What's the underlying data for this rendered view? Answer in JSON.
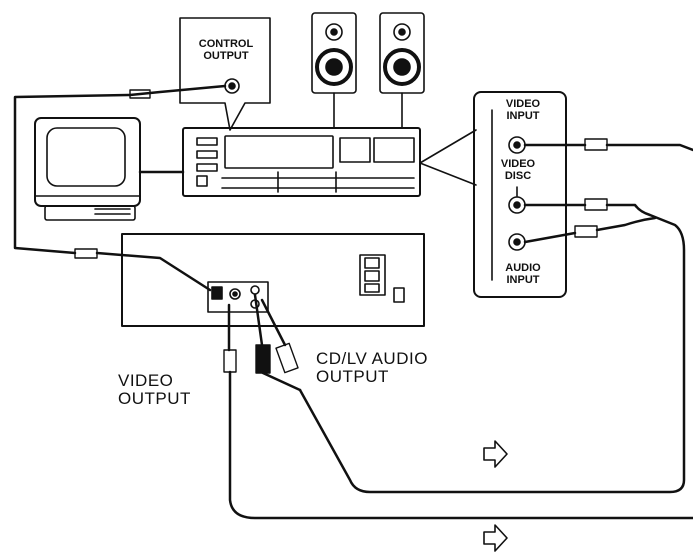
{
  "labels": {
    "control_output": [
      "CONTROL",
      "OUTPUT"
    ],
    "video_input": [
      "VIDEO",
      "INPUT"
    ],
    "video_disc": [
      "VIDEO",
      "DISC"
    ],
    "audio_input": [
      "AUDIO",
      "INPUT"
    ],
    "video_output": [
      "VIDEO",
      "OUTPUT"
    ],
    "cdlv_audio_output": [
      "CD/LV AUDIO",
      "OUTPUT"
    ]
  },
  "colors": {
    "ink": "#111111",
    "paper": "#ffffff"
  },
  "icons": [
    "speaker-left",
    "speaker-right",
    "tv-monitor",
    "av-receiver",
    "ld-player",
    "direction-arrow-icon"
  ]
}
